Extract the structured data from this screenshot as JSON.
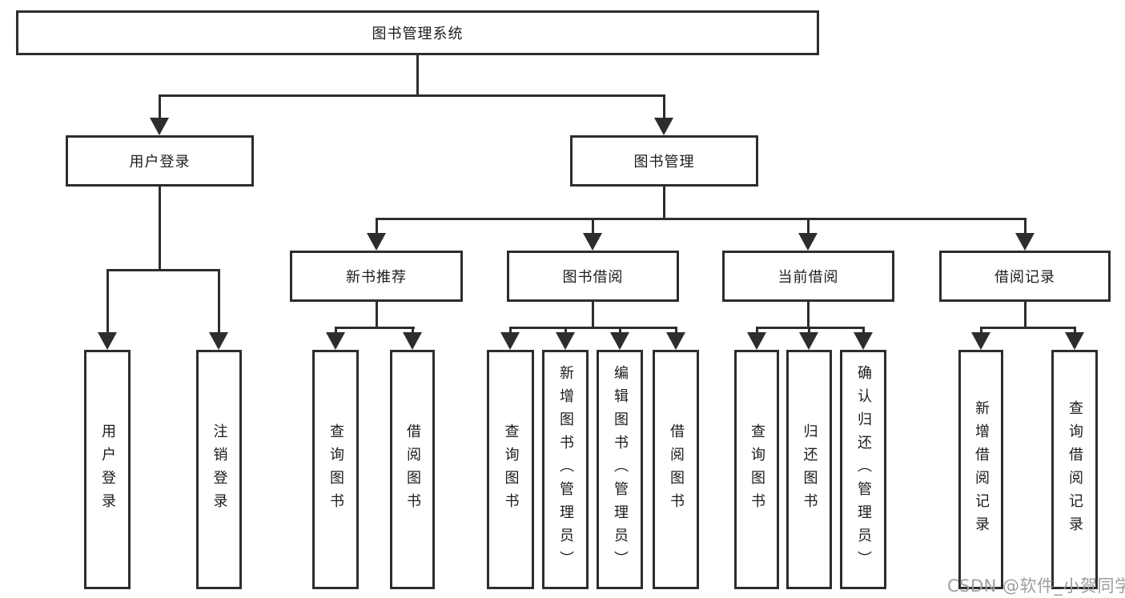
{
  "diagram": {
    "root": {
      "label": "图书管理系统"
    },
    "branches": [
      {
        "label": "用户登录",
        "children": [
          {
            "label": "用户登录"
          },
          {
            "label": "注销登录"
          }
        ]
      },
      {
        "label": "图书管理",
        "children": [
          {
            "label": "新书推荐",
            "children": [
              {
                "label": "查询图书"
              },
              {
                "label": "借阅图书"
              }
            ]
          },
          {
            "label": "图书借阅",
            "children": [
              {
                "label": "查询图书"
              },
              {
                "label": "新增图书（管理员）"
              },
              {
                "label": "编辑图书（管理员）"
              },
              {
                "label": "借阅图书"
              }
            ]
          },
          {
            "label": "当前借阅",
            "children": [
              {
                "label": "查询图书"
              },
              {
                "label": "归还图书"
              },
              {
                "label": "确认归还（管理员）"
              }
            ]
          },
          {
            "label": "借阅记录",
            "children": [
              {
                "label": "新增借阅记录"
              },
              {
                "label": "查询借阅记录"
              }
            ]
          }
        ]
      }
    ]
  },
  "watermark": {
    "text": "CSDN @软件_小贺同学"
  },
  "colors": {
    "line": "#2d2d2d",
    "box_border": "#2d2d2d",
    "text": "#1c1c1c",
    "background": "#ffffff",
    "watermark": "#9e9e9e"
  }
}
